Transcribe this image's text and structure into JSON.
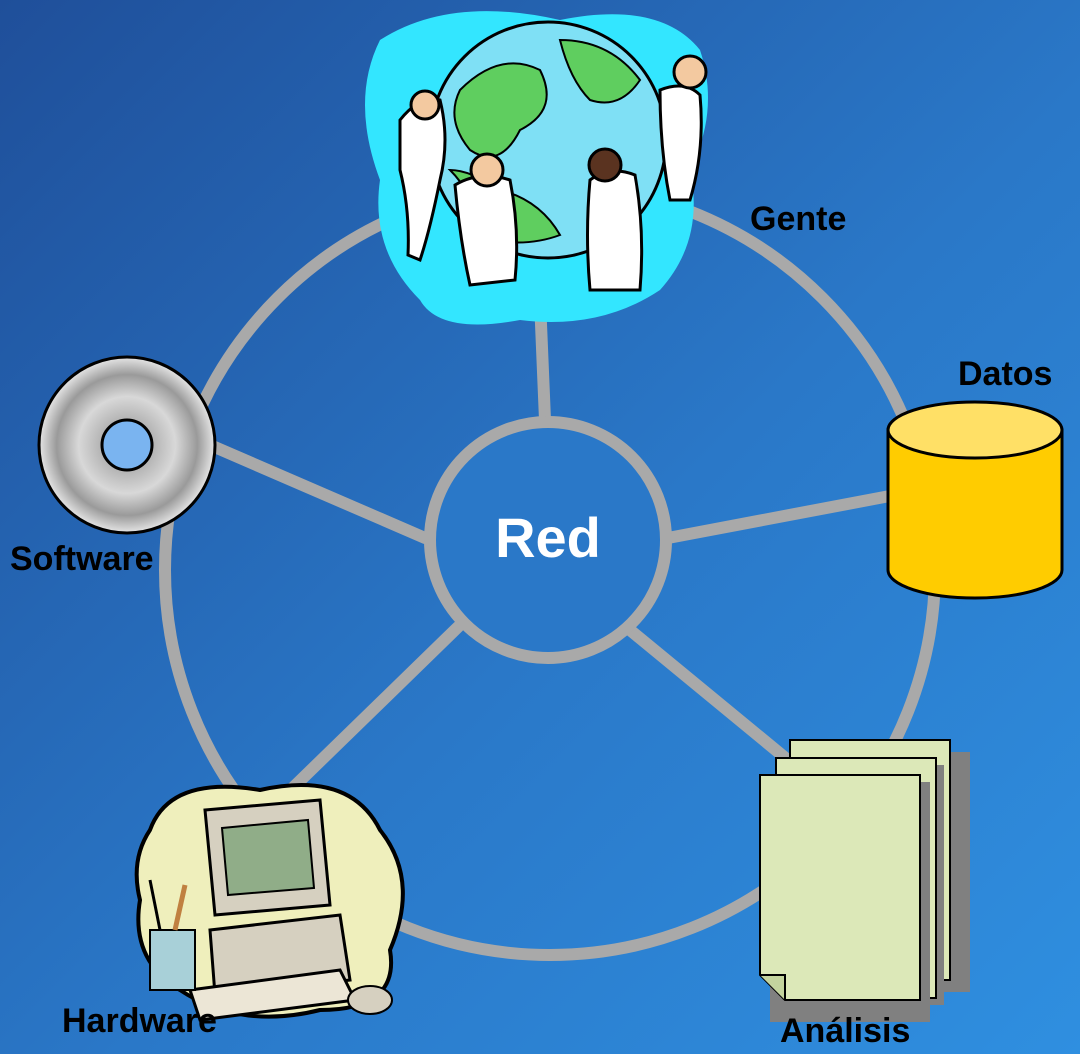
{
  "center": {
    "label": "Red"
  },
  "nodes": {
    "people": {
      "label": "Gente",
      "icon": "people-around-globe-icon"
    },
    "data": {
      "label": "Datos",
      "icon": "database-cylinder-icon"
    },
    "analysis": {
      "label": "Análisis",
      "icon": "document-stack-icon"
    },
    "hardware": {
      "label": "Hardware",
      "icon": "computer-icon"
    },
    "software": {
      "label": "Software",
      "icon": "cd-disc-icon"
    }
  },
  "colors": {
    "ring": "#a9a9a9",
    "center_fill": "#2a78c8",
    "cylinder": "#ffcc00",
    "cylinder_top": "#ffe066",
    "paper": "#dce8b8",
    "globe_sea": "#7fe0f5",
    "globe_land": "#5fce5f"
  }
}
